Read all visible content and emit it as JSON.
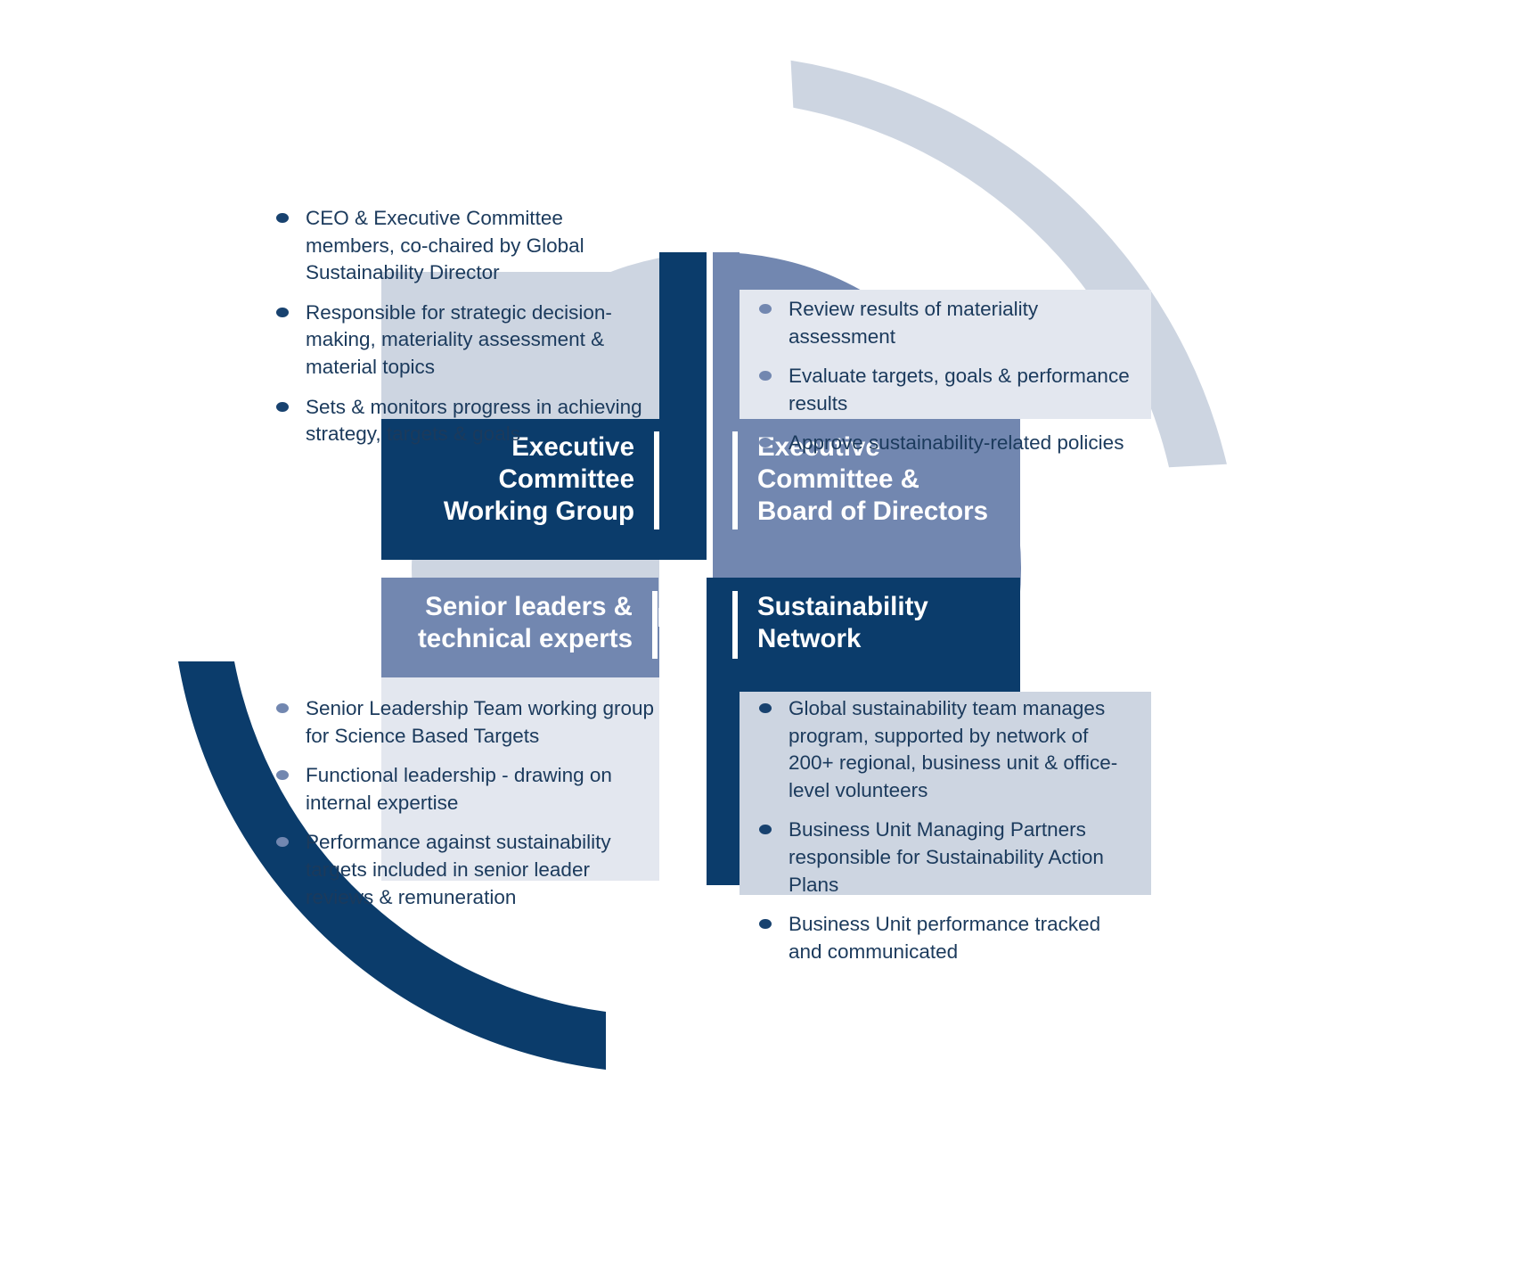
{
  "colors": {
    "navy": "#0b3c6b",
    "mid_blue": "#7287b0",
    "light_blue_gray": "#cdd5e1",
    "pale_blue": "#e3e7ef",
    "text_navy": "#1b3a5c",
    "white": "#ffffff"
  },
  "diagram": {
    "type": "four-quadrant-circle-governance",
    "quadrants": [
      {
        "position": "top-left",
        "title": "Executive\nCommittee\nWorking Group",
        "title_align": "right",
        "fill": "#0b3c6b",
        "bullet_color": "#18426f",
        "bullets": [
          "CEO & Executive Committee members, co-chaired by Global Sustainability Director",
          "Responsible for strategic decision-making, materiality assessment & material topics",
          "Sets & monitors progress in achieving strategy, targets & goals"
        ]
      },
      {
        "position": "top-right",
        "title": "Executive\nCommittee &\nBoard of Directors",
        "title_align": "left",
        "fill": "#7287b0",
        "bullet_color": "#7287b0",
        "bullets": [
          "Review results of materiality assessment",
          "Evaluate targets, goals & performance results",
          "Approve sustainability-related policies"
        ]
      },
      {
        "position": "bottom-left",
        "title": "Senior leaders &\ntechnical experts",
        "title_align": "right",
        "fill": "#7287b0",
        "bullet_color": "#7287b0",
        "bullets": [
          "Senior Leadership Team working group for Science Based Targets",
          "Functional leadership - drawing on internal expertise",
          "Performance against sustainability targets included in senior leader reviews & remuneration"
        ]
      },
      {
        "position": "bottom-right",
        "title": "Sustainability\nNetwork",
        "title_align": "left",
        "fill": "#0b3c6b",
        "bullet_color": "#18426f",
        "bullets": [
          "Global sustainability team manages program, supported by network of 200+ regional, business unit & office-level volunteers",
          "Business Unit Managing Partners responsible for Sustainability Action Plans",
          "Business Unit performance tracked and communicated"
        ]
      }
    ],
    "decorative_arcs": [
      {
        "name": "upper-right-arc",
        "color": "#cdd5e1"
      },
      {
        "name": "lower-left-arc",
        "color": "#0b3c6b"
      }
    ]
  }
}
